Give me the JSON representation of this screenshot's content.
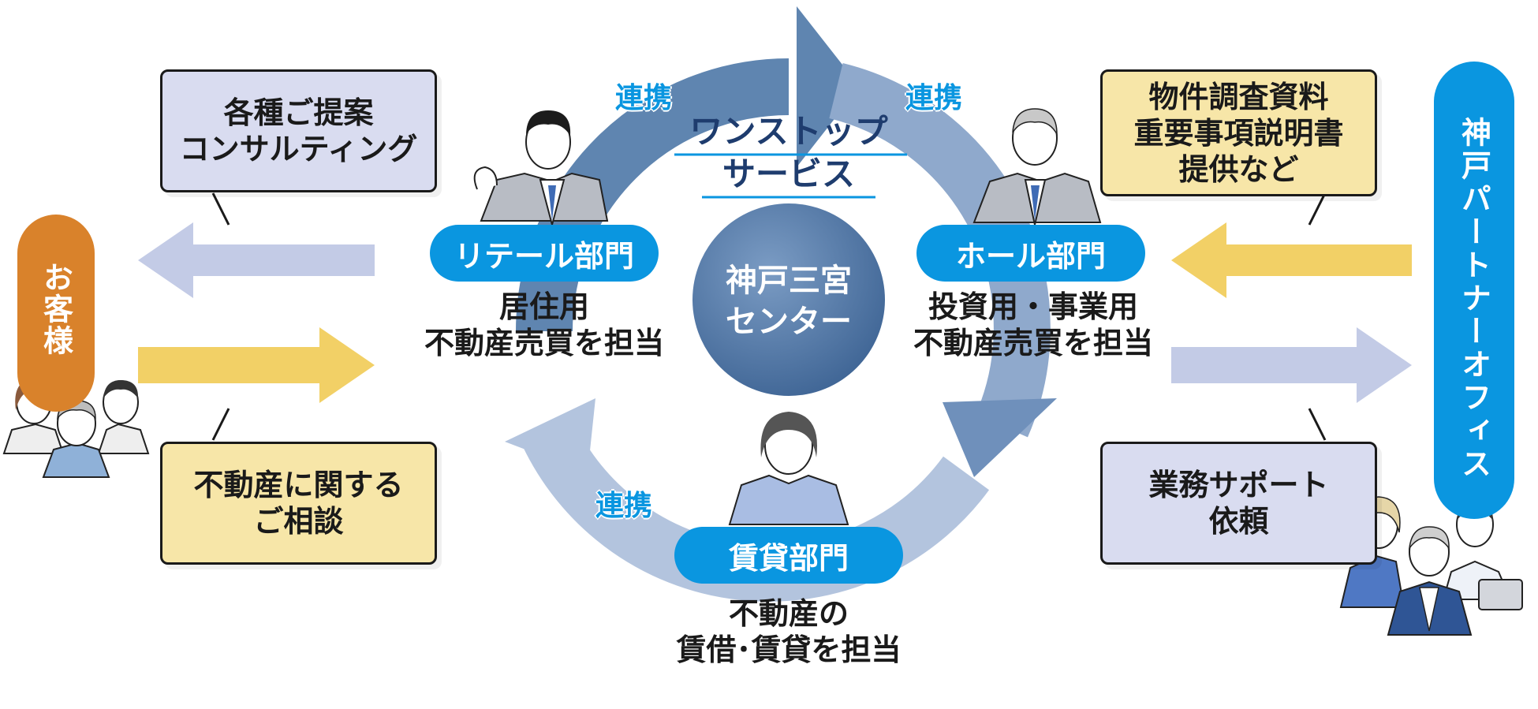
{
  "title": "ワンストップ\nサービス",
  "center": {
    "label": "神戸三宮\nセンター"
  },
  "departments": {
    "retail": {
      "name": "リテール部門",
      "desc": "居住用\n不動産売買を担当"
    },
    "hall": {
      "name": "ホール部門",
      "desc": "投資用・事業用\n不動産売買を担当"
    },
    "rental": {
      "name": "賃貸部門",
      "desc": "不動産の\n賃借･賃貸を担当"
    }
  },
  "links": [
    "連携",
    "連携",
    "連携"
  ],
  "left": {
    "customer_label": "お客様",
    "top_bubble": "各種ご提案\nコンサルティング",
    "bottom_bubble": "不動産に関する\nご相談"
  },
  "right": {
    "partner_label": "神戸パートナーオフィス",
    "top_bubble": "物件調査資料\n重要事項説明書\n提供など",
    "bottom_bubble": "業務サポート\n依頼"
  },
  "colors": {
    "accent_blue": "#0a96e0",
    "customer_orange": "#d9822b",
    "bubble_lavender": "#d9dcf0",
    "bubble_yellow": "#f7e6a8",
    "arrow_lavender": "#c3cbe6",
    "arrow_yellow": "#f2d066",
    "ring_dark": "#5a80aa",
    "ring_light": "#b0c2dc"
  }
}
